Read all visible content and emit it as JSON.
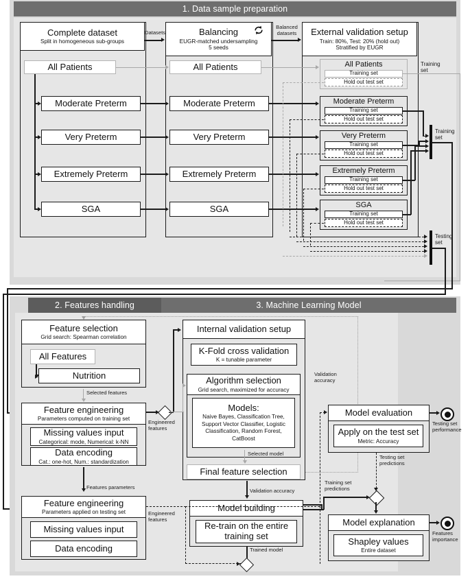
{
  "sections": {
    "s1": {
      "title": "1. Data sample preparation"
    },
    "s2": {
      "title": "2. Features handling"
    },
    "s3": {
      "title": "3. Machine Learning Model"
    }
  },
  "stage1": {
    "complete_dataset": {
      "title": "Complete dataset",
      "sub": "Split in homogeneous sub-groups"
    },
    "balancing": {
      "title": "Balancing",
      "sub": "EUGR-matched undersampling",
      "sub2": "5 seeds",
      "icon": "loop-icon"
    },
    "external_validation": {
      "title": "External validation setup",
      "sub": "Train: 80%, Test: 20% (hold out)",
      "sub2": "Stratified by EUGR"
    },
    "groups": [
      "All Patients",
      "Moderate Preterm",
      "Very Preterm",
      "Extremely Preterm",
      "SGA"
    ],
    "split_labels": {
      "train": "Training set",
      "holdout": "Hold out test set"
    },
    "edge_labels": {
      "datasets": "Datasets",
      "balanced": "Balanced\ndatasets"
    },
    "merge": {
      "training": "Training\nset",
      "testing": "Testing\nset",
      "training_top": "Training\nset"
    }
  },
  "stage2": {
    "feature_selection": {
      "title": "Feature selection",
      "sub": "Grid search: Spearman correlation",
      "items": [
        "All Features",
        "Nutrition"
      ]
    },
    "feature_engineering_train": {
      "title": "Feature engineering",
      "sub": "Parameters computed on training set",
      "items": [
        {
          "title": "Missing values input",
          "sub": "Categorical: mode, Numerical: k-NN"
        },
        {
          "title": "Data encoding",
          "sub": "Cat.: one-hot, Num.: standardization"
        }
      ]
    },
    "feature_engineering_test": {
      "title": "Feature engineering",
      "sub": "Parameters applied on testing set",
      "items": [
        {
          "title": "Missing values input",
          "sub": ""
        },
        {
          "title": "Data encoding",
          "sub": ""
        }
      ]
    },
    "edge_labels": {
      "selected_features": "Selected features",
      "features_parameters": "Features parameters"
    }
  },
  "stage3": {
    "internal_validation": {
      "title": "Internal validation setup"
    },
    "kfold": {
      "title": "K-Fold cross validation",
      "sub": "K = tunable parameter"
    },
    "algorithm_selection": {
      "title": "Algorithm selection",
      "sub": "Grid search, maximized for accuracy"
    },
    "models": {
      "title": "Models:",
      "sub": "Naive Bayes, Classification Tree,\nSupport Vector Classifier, Logistic\nClassification, Random Forest,\nCatBoost"
    },
    "final_feature_selection": {
      "title": "Final feature selection"
    },
    "model_building": {
      "title": "Model building",
      "sub": "Re-train on the entire training set"
    },
    "model_evaluation": {
      "title": "Model evaluation",
      "sub": "Apply on the test set",
      "sub2": "Metric: Accuracy"
    },
    "model_explanation": {
      "title": "Model explanation",
      "sub": "Shapley values",
      "sub2": "Entire dataset"
    },
    "edge_labels": {
      "engineered_features_a": "Engineered\nfeatures",
      "engineered_features_b": "Engineered\nfeatures",
      "selected_model": "Selected model",
      "validation_accuracy_side": "Validation\naccuracy",
      "validation_accuracy": "Validation accuracy",
      "trained_model": "Trained model",
      "training_set_predictions": "Training set\npredictions",
      "testing_set_predictions": "Testing set\npredictions"
    },
    "outputs": {
      "testing_set_performance": "Testing set\nperformance",
      "features_importance": "Features\nimportance"
    }
  },
  "colors": {
    "header_dark": "#5c5c5c",
    "header_mid": "#6e6e6e",
    "panel_bg": "#d9d9d9",
    "panel_inner": "#e6e6e6",
    "stroke": "#1a1a1a"
  }
}
